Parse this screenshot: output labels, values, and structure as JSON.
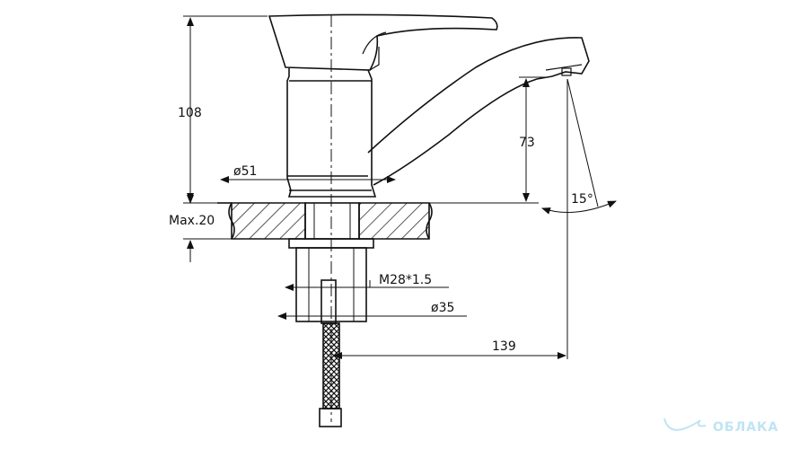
{
  "dimensions": {
    "height_total": "108",
    "spout_height": "73",
    "body_diameter": "ø51",
    "max_thickness": "Max.20",
    "thread": "M28*1.5",
    "shank_diameter": "ø35",
    "spout_reach": "139",
    "swivel_angle": "15°"
  },
  "watermark": {
    "text": "ОБЛАКА",
    "color": "#bfe4f4"
  }
}
